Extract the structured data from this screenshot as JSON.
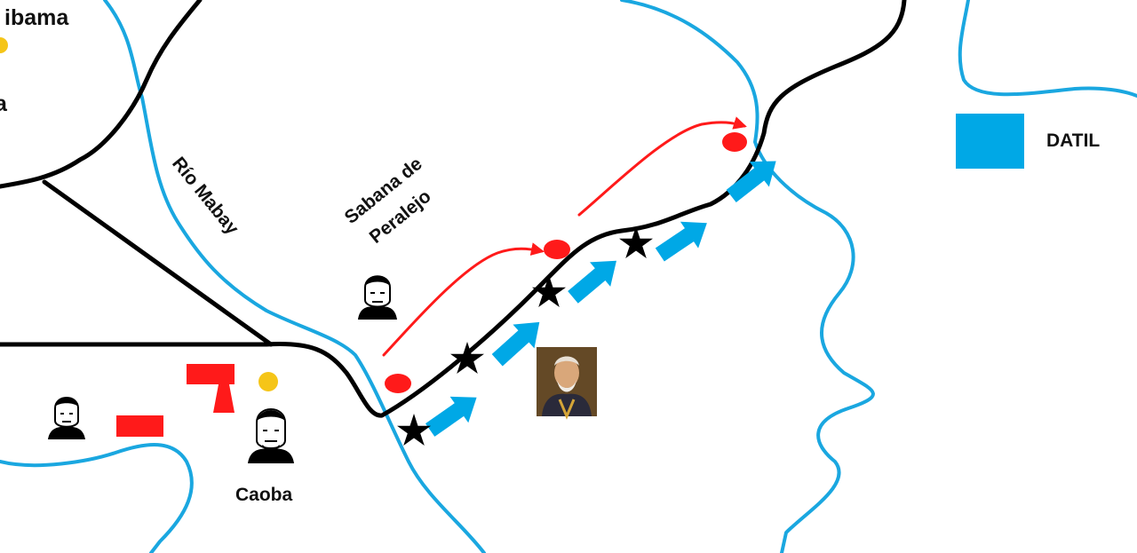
{
  "map": {
    "labels": {
      "top_left_partial": "ibama",
      "left_partial": "a",
      "river": "Río Mabay",
      "sabana_line1": "Sabana de",
      "sabana_line2": "Peralejo",
      "caoba": "Caoba",
      "datil": "DATIL"
    },
    "colors": {
      "river": "#1aa7e0",
      "road": "#000000",
      "red_forces": "#ff1a1a",
      "blue_forces": "#00a8e6",
      "camp_marker": "#f5c518",
      "battle_star": "#000000"
    },
    "icons": [
      "portrait-sketch-icon",
      "portrait-photo-icon",
      "battle-star-icon",
      "blue-advance-arrow-icon",
      "red-flank-arrow-icon",
      "red-unit-oval-icon",
      "red-unit-rect-icon",
      "camp-dot-icon",
      "datil-square-icon"
    ]
  }
}
